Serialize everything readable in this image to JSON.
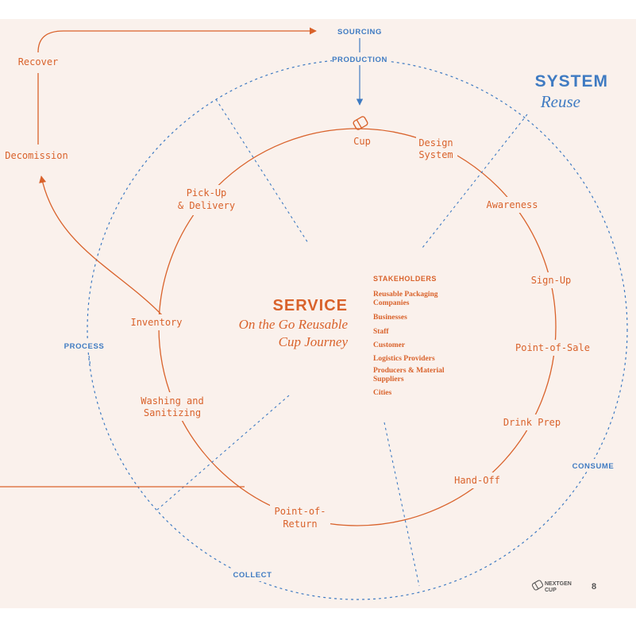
{
  "colors": {
    "orange": "#d9622b",
    "blue": "#3f7bc2",
    "background": "#faf1ec"
  },
  "system": {
    "title": "SYSTEM",
    "subtitle": "Reuse"
  },
  "service": {
    "title": "SERVICE",
    "subtitle_line1": "On the Go Reusable",
    "subtitle_line2": "Cup Journey"
  },
  "phases": {
    "sourcing": "SOURCING",
    "production": "PRODUCTION",
    "process": "PROCESS",
    "consume": "CONSUME",
    "collect": "COLLECT"
  },
  "outer_steps": {
    "recover": "Recover",
    "decomission": "Decomission"
  },
  "stages": {
    "cup": "Cup",
    "design_system": [
      "Design",
      "System"
    ],
    "awareness": "Awareness",
    "sign_up": "Sign-Up",
    "point_of_sale": "Point-of-Sale",
    "drink_prep": "Drink Prep",
    "hand_off": "Hand-Off",
    "point_of_return": [
      "Point-of-",
      "Return"
    ],
    "washing": [
      "Washing and",
      "Sanitizing"
    ],
    "inventory": "Inventory",
    "pickup": [
      "Pick-Up",
      "& Delivery"
    ]
  },
  "stakeholders": {
    "title": "STAKEHOLDERS",
    "items": [
      [
        "Reusable Packaging",
        "Companies"
      ],
      [
        "Businesses"
      ],
      [
        "Staff"
      ],
      [
        "Customer"
      ],
      [
        "Logistics Providers"
      ],
      [
        "Producers & Material",
        "Suppliers"
      ],
      [
        "Cities"
      ]
    ]
  },
  "footer": {
    "brand_line1": "NEXTGEN",
    "brand_line2": "CUP",
    "page_number": "8"
  },
  "icons": {
    "cup": "cup-icon",
    "logo": "nextgen-cup-logo-icon"
  }
}
